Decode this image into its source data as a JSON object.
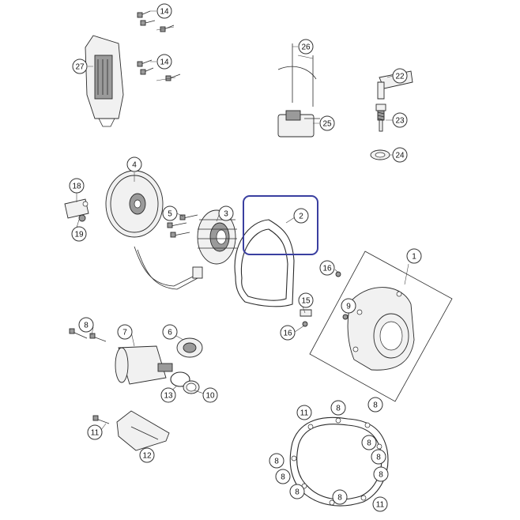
{
  "callouts": {
    "c1": "1",
    "c2": "2",
    "c3": "3",
    "c4": "4",
    "c5": "5",
    "c6": "6",
    "c7": "7",
    "c8a": "8",
    "c8b": "8",
    "c8c": "8",
    "c8d": "8",
    "c8e": "8",
    "c8f": "8",
    "c8g": "8",
    "c8h": "8",
    "c8i": "8",
    "c8j": "8",
    "c9": "9",
    "c10": "10",
    "c11a": "11",
    "c11b": "11",
    "c11c": "11",
    "c12": "12",
    "c13": "13",
    "c14a": "14",
    "c14b": "14",
    "c15": "15",
    "c16a": "16",
    "c16b": "16",
    "c18": "18",
    "c19": "19",
    "c22": "22",
    "c23": "23",
    "c24": "24",
    "c25": "25",
    "c26": "26",
    "c27": "27"
  },
  "colors": {
    "highlight": "#3a3fa0",
    "line": "#2b2b2b"
  }
}
